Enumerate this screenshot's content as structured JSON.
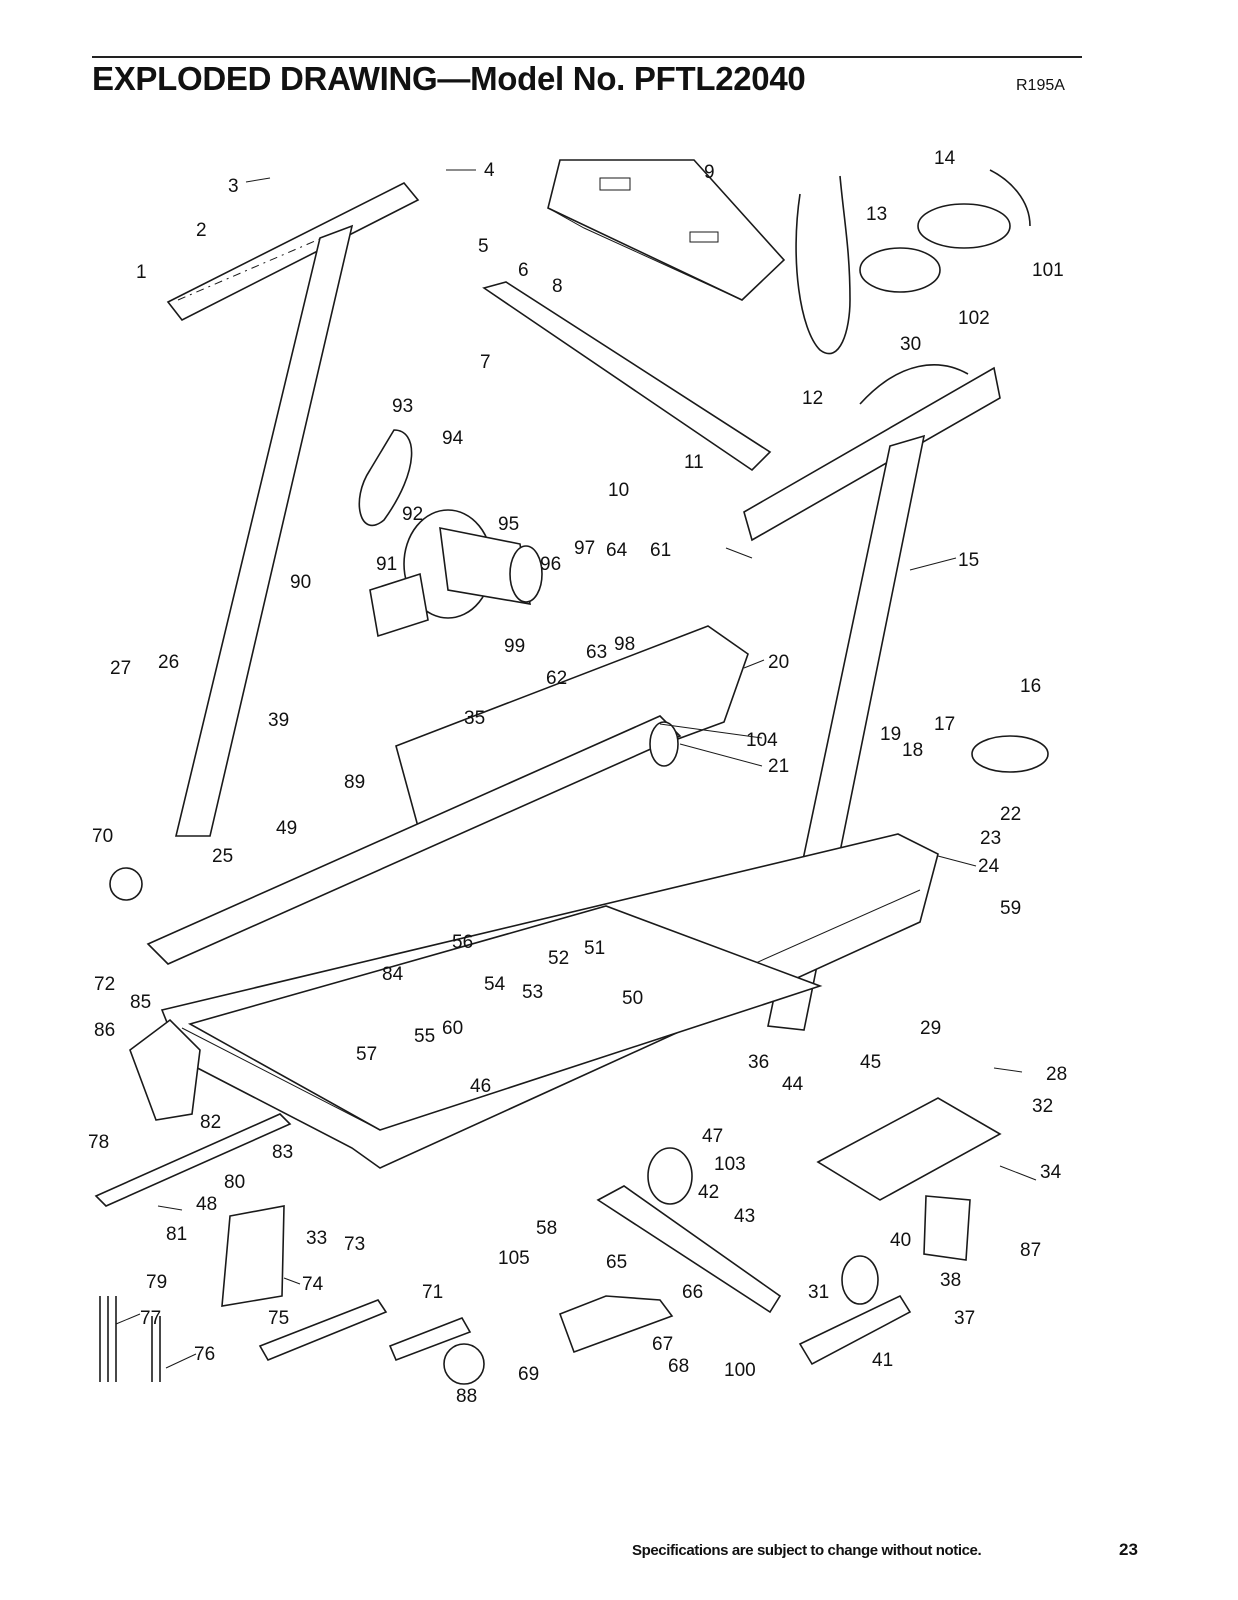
{
  "header": {
    "title": "EXPLODED DRAWING—Model No. PFTL22040",
    "code": "R195A"
  },
  "callouts": [
    "1",
    "2",
    "3",
    "4",
    "5",
    "6",
    "7",
    "8",
    "9",
    "10",
    "11",
    "12",
    "13",
    "14",
    "15",
    "16",
    "17",
    "18",
    "19",
    "20",
    "21",
    "22",
    "23",
    "24",
    "25",
    "26",
    "27",
    "28",
    "29",
    "30",
    "31",
    "32",
    "33",
    "34",
    "35",
    "36",
    "37",
    "38",
    "39",
    "40",
    "41",
    "42",
    "43",
    "44",
    "45",
    "46",
    "47",
    "48",
    "49",
    "50",
    "51",
    "52",
    "53",
    "54",
    "55",
    "56",
    "57",
    "58",
    "59",
    "60",
    "61",
    "62",
    "63",
    "64",
    "65",
    "66",
    "67",
    "68",
    "69",
    "70",
    "71",
    "72",
    "73",
    "74",
    "75",
    "76",
    "77",
    "78",
    "79",
    "80",
    "81",
    "82",
    "83",
    "84",
    "85",
    "86",
    "87",
    "88",
    "89",
    "90",
    "91",
    "92",
    "93",
    "94",
    "95",
    "96",
    "97",
    "98",
    "99",
    "100",
    "101",
    "102",
    "103",
    "104",
    "105"
  ],
  "footer": {
    "note": "Specifications are subject to change without notice.",
    "page": "23"
  }
}
